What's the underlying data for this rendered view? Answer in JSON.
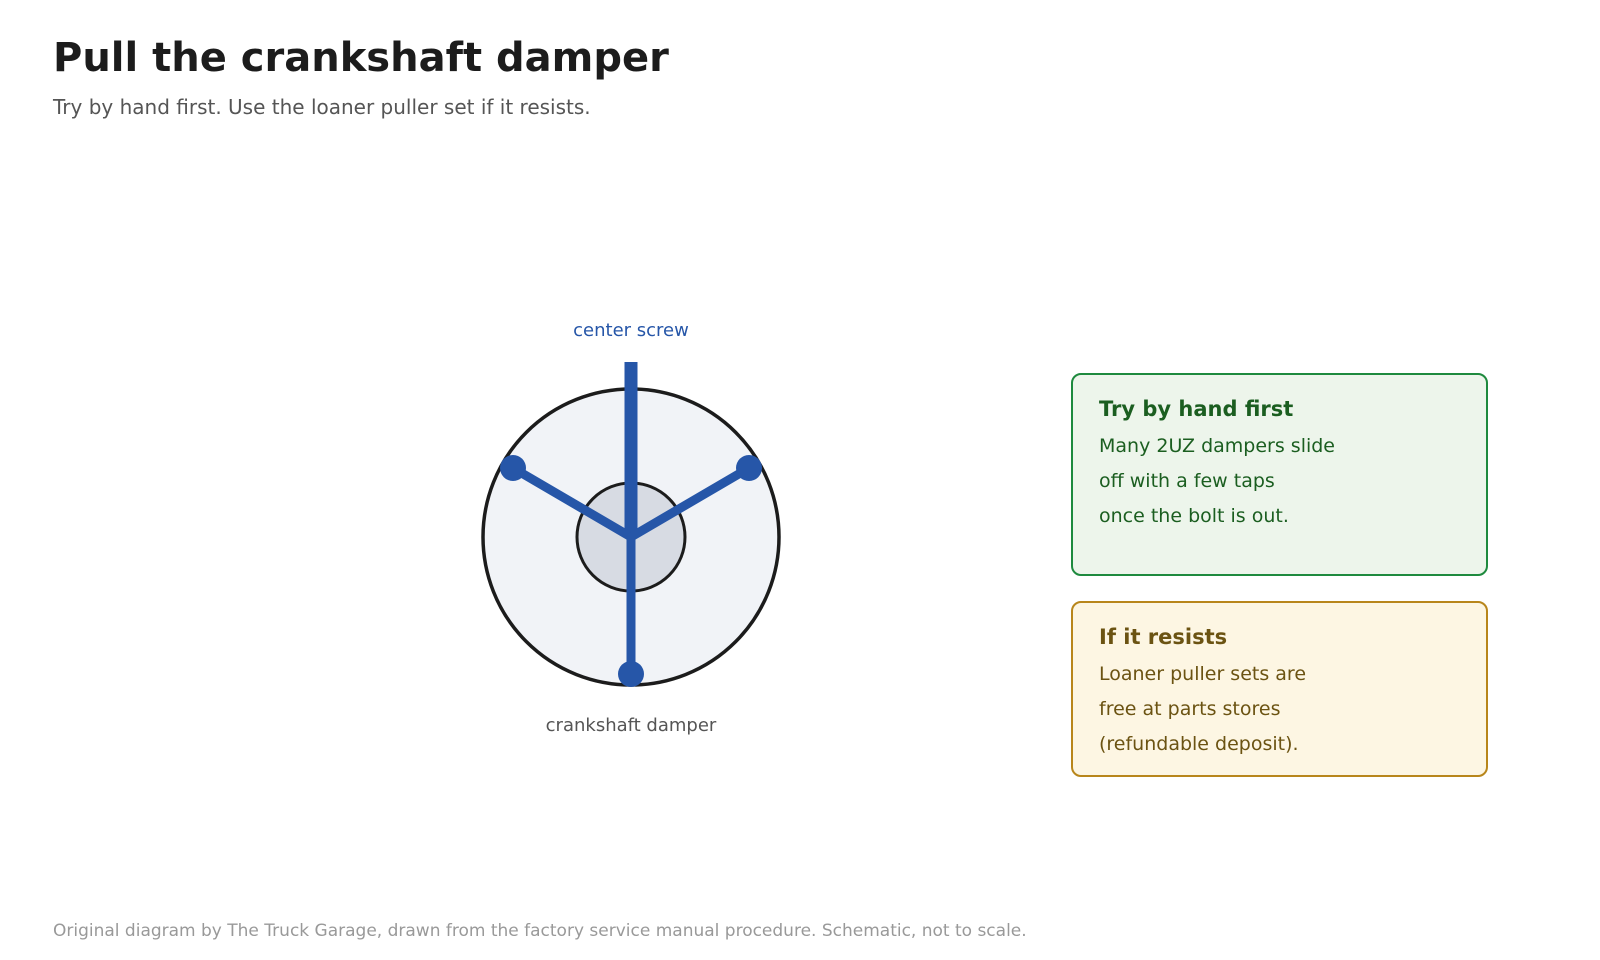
{
  "header": {
    "title": "Pull the crankshaft damper",
    "subtitle": "Try by hand first. Use the loaner puller set if it resists."
  },
  "diagram": {
    "screw_label": "center screw",
    "damper_label": "crankshaft damper",
    "colors": {
      "puller": "#2656a8",
      "outline": "#1c1c1c",
      "damper_fill": "#f1f3f7",
      "hub_fill": "#d7dbe3"
    }
  },
  "notes": [
    {
      "title": "Try by hand first",
      "lines": [
        "Many 2UZ dampers slide",
        "off with a few taps",
        "once the bolt is out."
      ],
      "accent": "#1e8a3e"
    },
    {
      "title": "If it resists",
      "lines": [
        "Loaner puller sets are",
        "free at parts stores",
        "(refundable deposit)."
      ],
      "accent": "#b8861b"
    }
  ],
  "footer": {
    "credit": "Original diagram by The Truck Garage, drawn from the factory service manual procedure. Schematic, not to scale."
  }
}
